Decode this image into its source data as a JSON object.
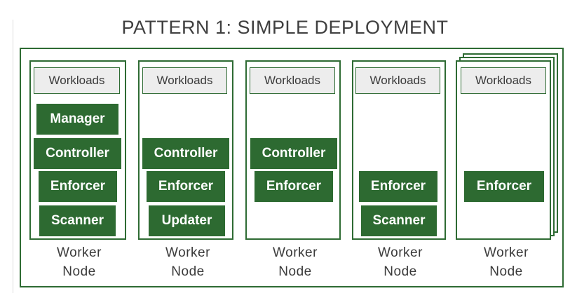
{
  "title": "PATTERN 1: SIMPLE DEPLOYMENT",
  "colors": {
    "border": "#2e6b33",
    "component": "#2d6a31",
    "workloads": "#ededed"
  },
  "nodes": [
    {
      "workloads": "Workloads",
      "components": [
        "Manager",
        "Controller",
        "Enforcer",
        "Scanner"
      ],
      "label_line1": "Worker",
      "label_line2": "Node"
    },
    {
      "workloads": "Workloads",
      "components": [
        "Controller",
        "Enforcer",
        "Updater"
      ],
      "label_line1": "Worker",
      "label_line2": "Node"
    },
    {
      "workloads": "Workloads",
      "components": [
        "Controller",
        "Enforcer"
      ],
      "label_line1": "Worker",
      "label_line2": "Node"
    },
    {
      "workloads": "Workloads",
      "components": [
        "Enforcer",
        "Scanner"
      ],
      "label_line1": "Worker",
      "label_line2": "Node"
    },
    {
      "workloads": "Workloads",
      "components": [
        "Enforcer"
      ],
      "label_line1": "Worker",
      "label_line2": "Node"
    }
  ]
}
